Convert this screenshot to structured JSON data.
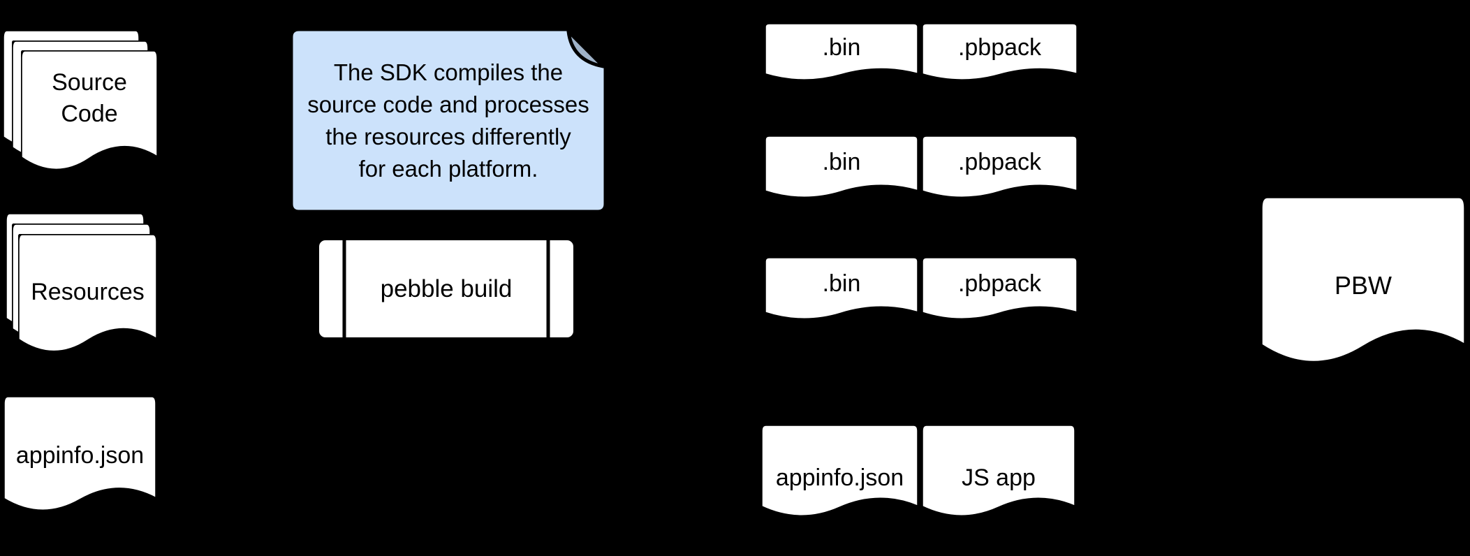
{
  "colors": {
    "background": "#000000",
    "document_fill": "#ffffff",
    "document_stroke": "#000000",
    "text": "#000000",
    "note_fill": "#cce2fb",
    "note_fold": "#9fb3c9"
  },
  "inputs": {
    "source_code": {
      "label": "Source Code"
    },
    "resources": {
      "label": "Resources"
    },
    "appinfo": {
      "label": "appinfo.json"
    }
  },
  "note": {
    "text": "The SDK compiles the\nsource code and processes\nthe resources differently\nfor each platform."
  },
  "process": {
    "label": "pebble build"
  },
  "outputs": {
    "platform_rows": [
      {
        "bin": ".bin",
        "pack": ".pbpack"
      },
      {
        "bin": ".bin",
        "pack": ".pbpack"
      },
      {
        "bin": ".bin",
        "pack": ".pbpack"
      }
    ],
    "appinfo": {
      "label": "appinfo.json"
    },
    "js_app": {
      "label": "JS app"
    },
    "package": {
      "label": "PBW"
    }
  }
}
